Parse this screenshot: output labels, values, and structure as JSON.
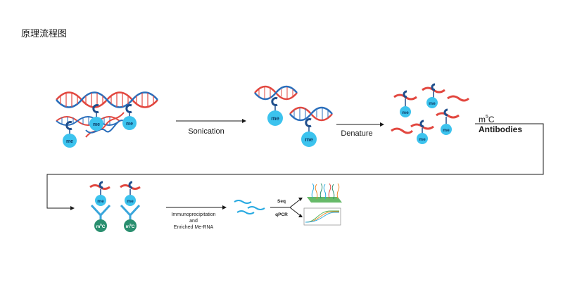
{
  "title": "原理流程图",
  "steps": {
    "sonication": "Sonication",
    "denature": "Denature",
    "antibody_base": "m",
    "antibody_sup": "5",
    "antibody_c": "C",
    "antibodies": "Antibodies",
    "ip_line1": "Immunoprecipitation",
    "ip_line2": "and",
    "ip_line3": "Enriched Me-RNA",
    "seq": "Seq",
    "qpcr": "qPCR"
  },
  "markers": {
    "me": "me",
    "c_mark": "C",
    "m5c_base": "m",
    "m5c_sup": "5",
    "m5c_c": "C"
  },
  "colors": {
    "dna_red": "#e2473f",
    "dna_blue": "#2a6ebb",
    "me_ball": "#3cc3ee",
    "c_mark": "#1f4e8c",
    "antibody": "#3aa6dc",
    "antibody_ball": "#2a8f6f",
    "rna_cyan": "#27a9e1",
    "plot_green": "#4cae4f",
    "plot_orange": "#f08a2b"
  }
}
